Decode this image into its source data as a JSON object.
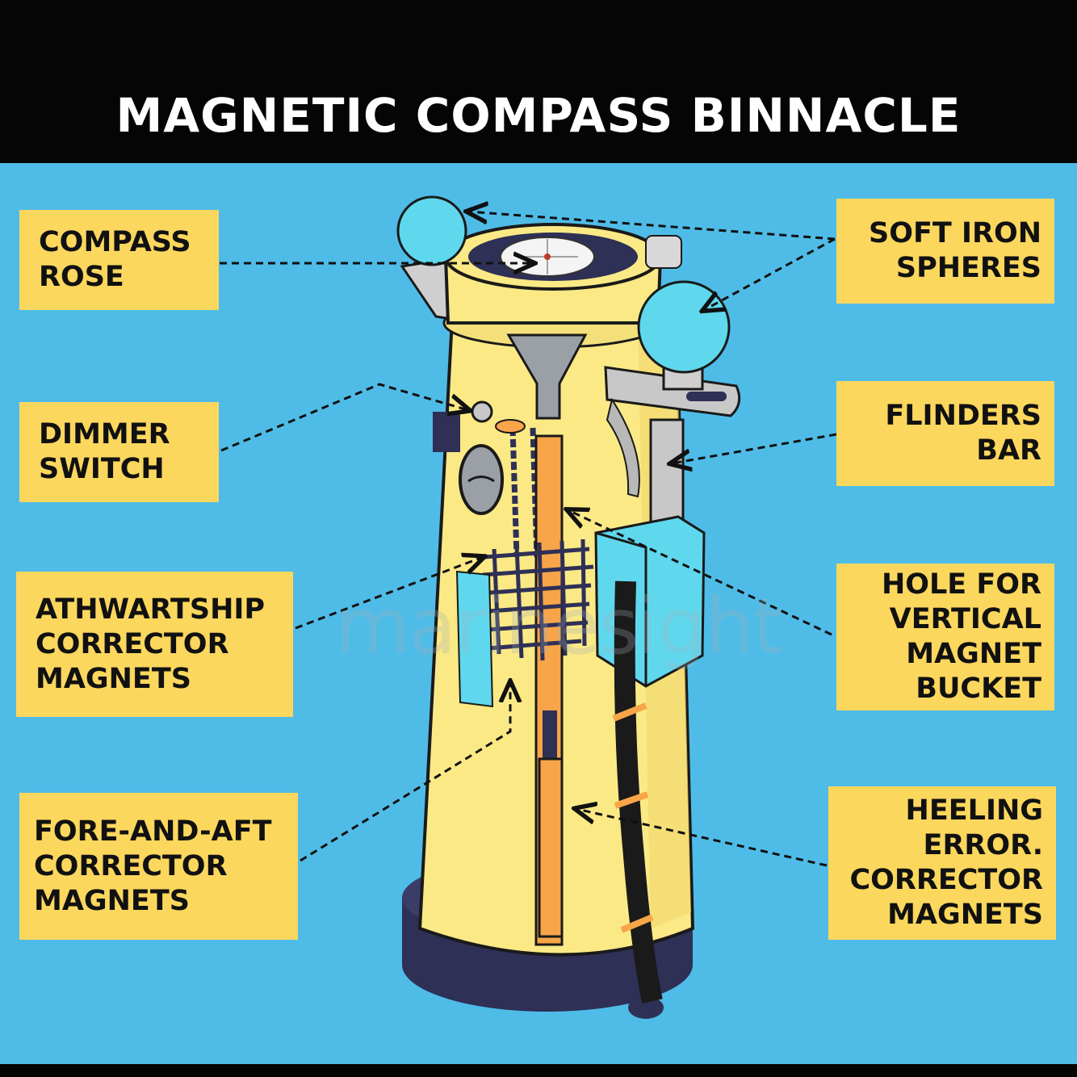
{
  "title": "MAGNETIC COMPASS BINNACLE",
  "watermark": "marinesight",
  "colors": {
    "background": "#4fbce8",
    "header": "#050505",
    "label_box": "#fbd75e",
    "binnacle_body": "#fbe986",
    "spheres": "#5fd8ee",
    "base": "#2e3056"
  },
  "labels": {
    "compass_rose": [
      "COMPASS",
      "ROSE"
    ],
    "dimmer_switch": [
      "DIMMER",
      "SWITCH"
    ],
    "athwartship": [
      "ATHWARTSHIP",
      "CORRECTOR",
      "MAGNETS"
    ],
    "fore_and_aft": [
      "FORE-AND-AFT",
      "CORRECTOR",
      "MAGNETS"
    ],
    "soft_iron": [
      "SOFT IRON",
      "SPHERES"
    ],
    "flinders_bar": [
      "FLINDERS",
      "BAR"
    ],
    "vertical_bucket": [
      "HOLE FOR",
      "VERTICAL",
      "MAGNET",
      "BUCKET"
    ],
    "heeling_error": [
      "HEELING",
      "ERROR.",
      "CORRECTOR",
      "MAGNETS"
    ]
  }
}
